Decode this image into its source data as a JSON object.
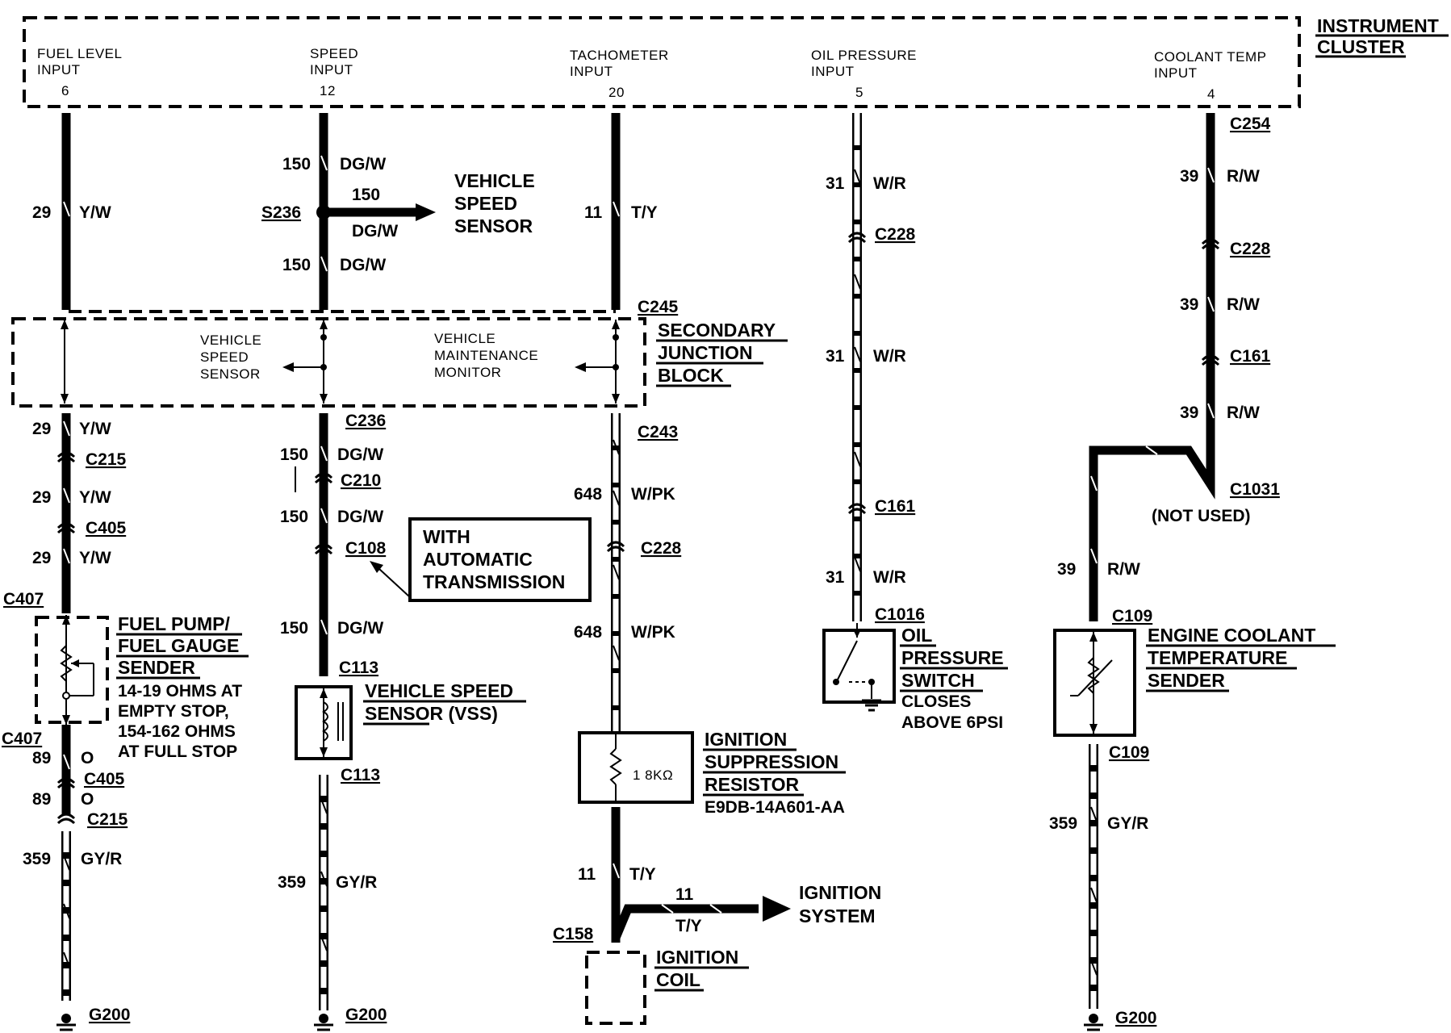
{
  "instrument_cluster": {
    "title_line1": "INSTRUMENT",
    "title_line2": "CLUSTER",
    "inputs": [
      {
        "line1": "FUEL LEVEL",
        "line2": "INPUT",
        "pin": "6"
      },
      {
        "line1": "SPEED",
        "line2": "INPUT",
        "pin": "12"
      },
      {
        "line1": "TACHOMETER",
        "line2": "INPUT",
        "pin": "20"
      },
      {
        "line1": "OIL PRESSURE",
        "line2": "INPUT",
        "pin": "5"
      },
      {
        "line1": "COOLANT TEMP",
        "line2": "INPUT",
        "pin": "4"
      }
    ]
  },
  "secondary_junction_block": {
    "line1": "SECONDARY",
    "line2": "JUNCTION",
    "line3": "BLOCK",
    "vss_line1": "VEHICLE",
    "vss_line2": "SPEED",
    "vss_line3": "SENSOR",
    "vmm_line1": "VEHICLE",
    "vmm_line2": "MAINTENANCE",
    "vmm_line3": "MONITOR"
  },
  "fuel_circuit": {
    "seg1": {
      "circuit": "29",
      "color": "Y/W"
    },
    "seg2": {
      "circuit": "29",
      "color": "Y/W"
    },
    "seg3": {
      "circuit": "29",
      "color": "Y/W"
    },
    "seg4": {
      "circuit": "29",
      "color": "Y/W"
    },
    "c215": "C215",
    "c405": "C405",
    "c407_top": "C407",
    "c407_bottom": "C407",
    "c405_b": "C405",
    "c215_b": "C215",
    "seg5": {
      "circuit": "89",
      "color": "O"
    },
    "seg6": {
      "circuit": "89",
      "color": "O"
    },
    "seg7": {
      "circuit": "359",
      "color": "GY/R"
    },
    "ground": "G200",
    "sender_line1": "FUEL PUMP/",
    "sender_line2": "FUEL GAUGE",
    "sender_line3": "SENDER",
    "sender_note1": "14-19 OHMS AT",
    "sender_note2": "EMPTY  STOP,",
    "sender_note3": "154-162 OHMS",
    "sender_note4": "AT FULL STOP"
  },
  "speed_circuit": {
    "seg1": {
      "circuit": "150",
      "color": "DG/W"
    },
    "seg2": {
      "circuit": "150",
      "color": "DG/W"
    },
    "splice": "S236",
    "branch": {
      "circuit": "150",
      "color": "DG/W"
    },
    "vss_line1": "VEHICLE",
    "vss_line2": "SPEED",
    "vss_line3": "SENSOR",
    "c236": "C236",
    "seg3": {
      "circuit": "150",
      "color": "DG/W"
    },
    "c210": "C210",
    "seg4": {
      "circuit": "150",
      "color": "DG/W"
    },
    "c108": "C108",
    "auto_line1": "WITH",
    "auto_line2": "AUTOMATIC",
    "auto_line3": "TRANSMISSION",
    "seg5": {
      "circuit": "150",
      "color": "DG/W"
    },
    "c113_top": "C113",
    "sensor_line1": "VEHICLE SPEED",
    "sensor_line2": "SENSOR (VSS)",
    "c113_bottom": "C113",
    "seg6": {
      "circuit": "359",
      "color": "GY/R"
    },
    "ground": "G200"
  },
  "tach_circuit": {
    "seg1": {
      "circuit": "11",
      "color": "T/Y"
    },
    "c245": "C245",
    "c243": "C243",
    "seg2": {
      "circuit": "648",
      "color": "W/PK"
    },
    "c228": "C228",
    "seg3": {
      "circuit": "648",
      "color": "W/PK"
    },
    "resistor_value": "1 8KΩ",
    "resistor_line1": "IGNITION",
    "resistor_line2": "SUPPRESSION",
    "resistor_line3": "RESISTOR",
    "resistor_part": "E9DB-14A601-AA",
    "seg4": {
      "circuit": "11",
      "color": "T/Y"
    },
    "branch": {
      "circuit": "11",
      "color": "T/Y"
    },
    "ignition_line1": "IGNITION",
    "ignition_line2": "SYSTEM",
    "c158": "C158",
    "coil_line1": "IGNITION",
    "coil_line2": "COIL"
  },
  "oil_circuit": {
    "seg1": {
      "circuit": "31",
      "color": "W/R"
    },
    "c228": "C228",
    "seg2": {
      "circuit": "31",
      "color": "W/R"
    },
    "c161": "C161",
    "seg3": {
      "circuit": "31",
      "color": "W/R"
    },
    "c1016": "C1016",
    "switch_line1": "OIL",
    "switch_line2": "PRESSURE",
    "switch_line3": "SWITCH",
    "switch_note1": "CLOSES",
    "switch_note2": "ABOVE 6PSI"
  },
  "coolant_circuit": {
    "c254": "C254",
    "seg1": {
      "circuit": "39",
      "color": "R/W"
    },
    "c228": "C228",
    "seg2": {
      "circuit": "39",
      "color": "R/W"
    },
    "c161": "C161",
    "seg3": {
      "circuit": "39",
      "color": "R/W"
    },
    "c1031": "C1031",
    "not_used": "(NOT USED)",
    "seg4": {
      "circuit": "39",
      "color": "R/W"
    },
    "c109_top": "C109",
    "sender_line1": "ENGINE COOLANT",
    "sender_line2": "TEMPERATURE",
    "sender_line3": "SENDER",
    "c109_bottom": "C109",
    "seg5": {
      "circuit": "359",
      "color": "GY/R"
    },
    "ground": "G200"
  }
}
